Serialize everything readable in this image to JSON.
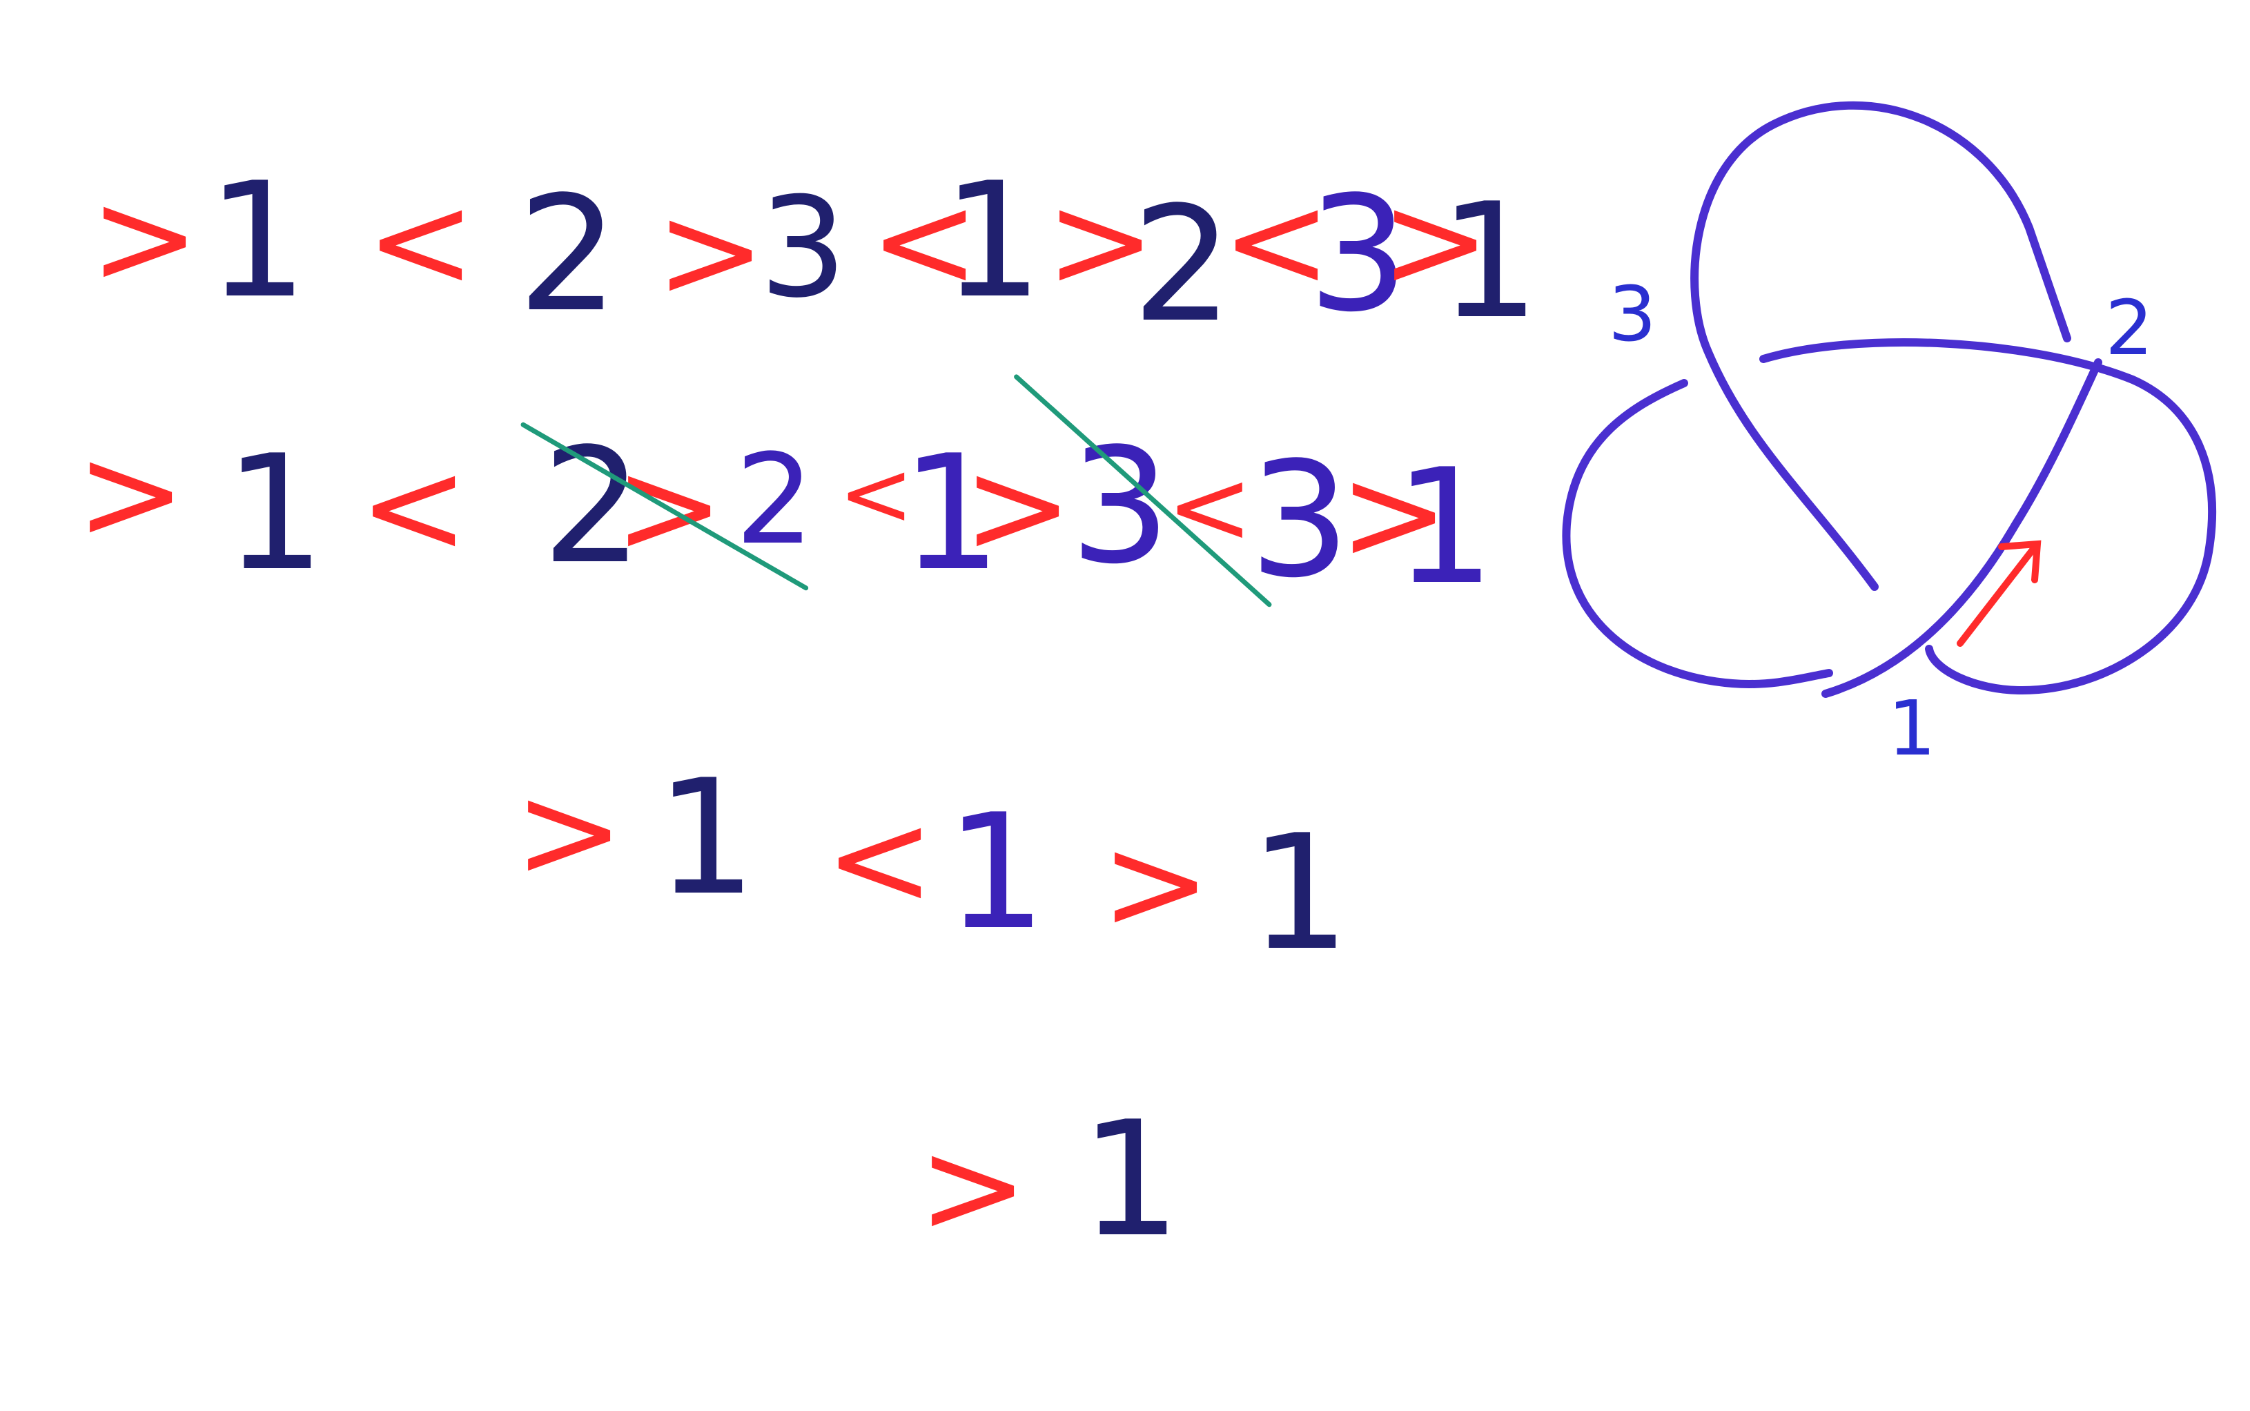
{
  "rows": [
    {
      "tokens": [
        ">",
        "1",
        "<",
        "2",
        ">",
        "3",
        "<",
        "1",
        ">",
        "2",
        "<",
        "3",
        ">",
        "1"
      ]
    },
    {
      "tokens": [
        ">",
        "1",
        "<",
        "2",
        ">",
        "2",
        "<",
        "1",
        ">",
        "3",
        "<",
        "3",
        ">",
        "1"
      ]
    },
    {
      "tokens": [
        ">",
        "1",
        "<",
        "1",
        ">",
        "1"
      ]
    },
    {
      "tokens": [
        ">",
        "1"
      ]
    }
  ],
  "knot": {
    "labels": [
      "3",
      "2",
      "1"
    ],
    "colors": {
      "strand": "#4a2fd0",
      "arrow": "#ff2b2b",
      "operator": "#ff2b2b",
      "number": "#20206e",
      "strike": "#1f9a7a"
    }
  }
}
